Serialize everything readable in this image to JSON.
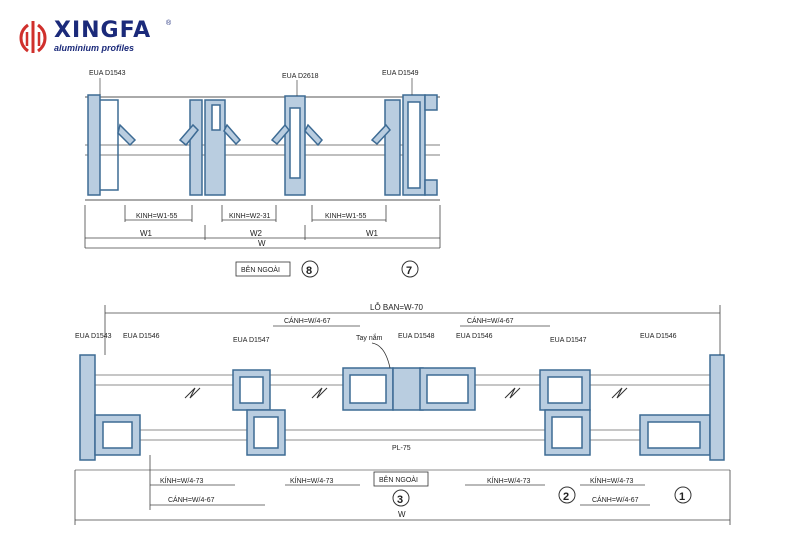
{
  "brand": {
    "name": "XINGFA",
    "tagline": "aluminium profiles",
    "reg_mark": "®",
    "colors": {
      "logo_red": "#d0302c",
      "logo_blue": "#1b2a7a",
      "profile_fill": "#b9cde0",
      "profile_stroke": "#3d6b94",
      "line": "#555555"
    }
  },
  "top_drawing": {
    "profile_labels": {
      "left": "EUA D1543",
      "center": "EUA D2618",
      "right": "EUA D1549"
    },
    "glass_dims": {
      "left": "KINH=W1-55",
      "center": "KINH=W2-31",
      "right": "KINH=W1-55"
    },
    "width_dims": {
      "left": "W1",
      "center": "W2",
      "right": "W1"
    },
    "overall": "W",
    "outside_label": "BÊN NGOÀI",
    "callouts": {
      "a": "8",
      "b": "7"
    }
  },
  "bottom_drawing": {
    "opening": "LỖ BAN=W-70",
    "sash_dims": {
      "left": "CÁNH=W/4-67",
      "right": "CÁNH=W/4-67",
      "bottom_left": "CÁNH=W/4-67",
      "bottom_right": "CÁNH=W/4-67"
    },
    "profile_labels": {
      "d1543": "EUA D1543",
      "d1546_left": "EUA D1546",
      "d1547_left": "EUA D1547",
      "d1548": "EUA D1548",
      "d1546_mid": "EUA D1546",
      "d1547_right": "EUA D1547",
      "d1546_right": "EUA D1546"
    },
    "handle": "Tay nắm",
    "glass_dims": {
      "g1": "KÍNH=W/4-73",
      "g2": "KÍNH=W/4-73",
      "g3": "KÍNH=W/4-73",
      "g4": "KÍNH=W/4-73"
    },
    "center_label": "PL-75",
    "outside_label": "BÊN NGOÀI",
    "callouts": {
      "c3": "3",
      "c2": "2",
      "c1": "1"
    },
    "overall": "W"
  }
}
